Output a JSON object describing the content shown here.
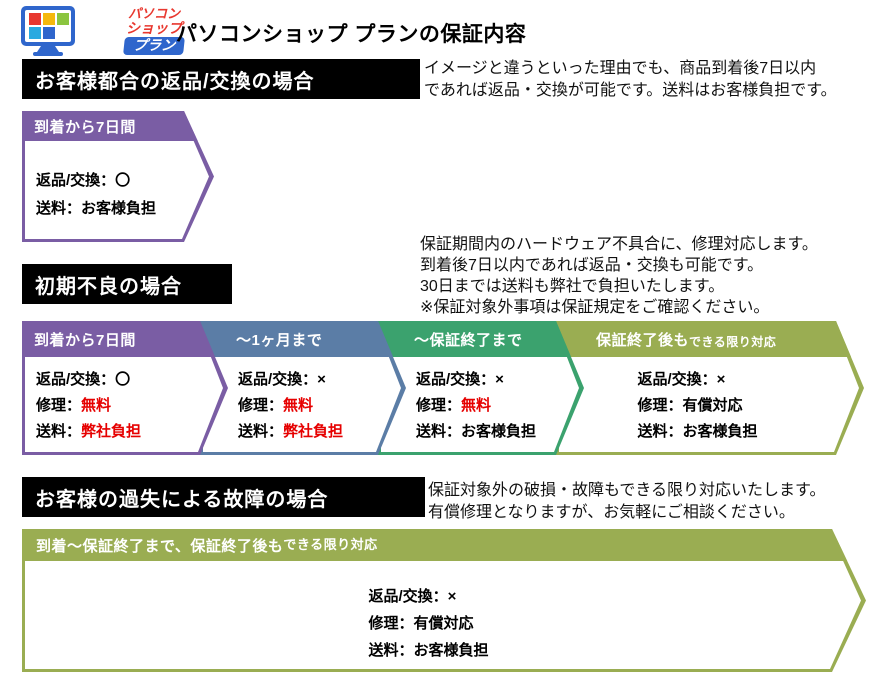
{
  "logo": {
    "line1": "パソコン",
    "line2": "ショップ",
    "badge": "プラン"
  },
  "header": {
    "title": "パソコンショップ プランの保証内容"
  },
  "colors": {
    "purple": "#7a5da4",
    "blue": "#5b7da6",
    "green": "#3ba26e",
    "olive": "#9aad52",
    "highlight_red": "#e60000",
    "banner_bg": "#000000"
  },
  "sections": [
    {
      "banner": "お客様都合の返品/交換の場合",
      "notes": [
        "イメージと違うといった理由でも、商品到着後7日以内",
        "であれば返品・交換が可能です。送料はお客様負担です。"
      ],
      "cards": [
        {
          "color": "#7a5da4",
          "title": "到着から7日間",
          "lines": [
            {
              "label": "返品/交換：",
              "value": "〇"
            },
            {
              "label": "送料：",
              "value": "お客様負担"
            }
          ]
        }
      ]
    },
    {
      "banner": "初期不良の場合",
      "notes": [
        "保証期間内のハードウェア不具合に、修理対応します。",
        "到着後7日以内であれば返品・交換も可能です。",
        "30日までは送料も弊社で負担いたします。",
        "※保証対象外事項は保証規定をご確認ください。"
      ],
      "cards": [
        {
          "color": "#7a5da4",
          "title": "到着から7日間",
          "lines": [
            {
              "label": "返品/交換：",
              "value": "〇"
            },
            {
              "label": "修理：",
              "value": "無料",
              "red": true
            },
            {
              "label": "送料：",
              "value": "弊社負担",
              "red": true
            }
          ]
        },
        {
          "color": "#5b7da6",
          "title": "〜1ヶ月まで",
          "lines": [
            {
              "label": "返品/交換：",
              "value": "×"
            },
            {
              "label": "修理：",
              "value": "無料",
              "red": true
            },
            {
              "label": "送料：",
              "value": "弊社負担",
              "red": true
            }
          ]
        },
        {
          "color": "#3ba26e",
          "title": "〜保証終了まで",
          "lines": [
            {
              "label": "返品/交換：",
              "value": "×"
            },
            {
              "label": "修理：",
              "value": "無料",
              "red": true
            },
            {
              "label": "送料：",
              "value": "お客様負担"
            }
          ]
        },
        {
          "color": "#9aad52",
          "title": "保証終了後も",
          "title_sub": "できる限り対応",
          "lines": [
            {
              "label": "返品/交換：",
              "value": "×"
            },
            {
              "label": "修理：",
              "value": "有償対応"
            },
            {
              "label": "送料：",
              "value": "お客様負担"
            }
          ]
        }
      ]
    },
    {
      "banner": "お客様の過失による故障の場合",
      "notes": [
        "保証対象外の破損・故障もできる限り対応いたします。",
        "有償修理となりますが、お気軽にご相談ください。"
      ],
      "cards": [
        {
          "color": "#9aad52",
          "title": "到着〜保証終了まで、保証終了後も",
          "title_sub": "できる限り対応",
          "lines": [
            {
              "label": "返品/交換：",
              "value": "×"
            },
            {
              "label": "修理：",
              "value": "有償対応"
            },
            {
              "label": "送料：",
              "value": "お客様負担"
            }
          ]
        }
      ]
    }
  ]
}
